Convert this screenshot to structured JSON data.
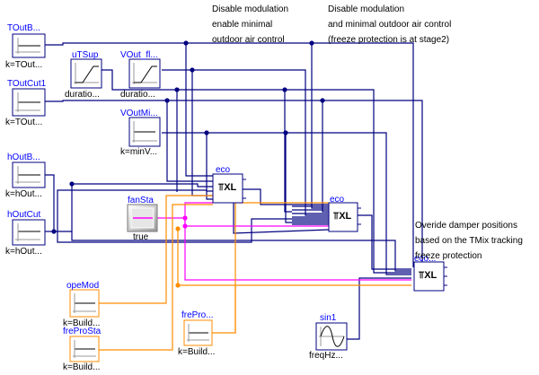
{
  "annotations": {
    "top_left": [
      "Disable modulation",
      "enable minimal",
      "outdoor air control"
    ],
    "top_right": [
      "Disable modulation",
      "and minimal outdoor air control",
      "(freeze protection is at stage2)"
    ],
    "right": [
      "Overide damper positions",
      "based on the TMix tracking",
      "freeze protection"
    ]
  },
  "blocks": {
    "tOutBou": {
      "name": "TOutB...",
      "param": "k=TOut..."
    },
    "tOutCut1": {
      "name": "TOutCut1",
      "param": "k=TOut..."
    },
    "hOutBou": {
      "name": "hOutB...",
      "param": "k=hOut..."
    },
    "hOutCut": {
      "name": "hOutCut",
      "param": "k=hOut..."
    },
    "uTSup": {
      "name": "uTSup",
      "param": "duratio..."
    },
    "vOutFlow": {
      "name": "VOut_fl...",
      "param": "duratio..."
    },
    "vOutMin": {
      "name": "VOutMi...",
      "param": "k=minV..."
    },
    "fanSta": {
      "name": "fanSta",
      "param": "true"
    },
    "opeMod": {
      "name": "opeMod",
      "param": "k=Build..."
    },
    "freProSta": {
      "name": "freProSta",
      "param": "k=Build..."
    },
    "frePro": {
      "name": "frePro...",
      "param": "k=Build..."
    },
    "sin1": {
      "name": "sin1",
      "param": "freqHz..."
    },
    "eco1": {
      "name": "eco",
      "glyph": "⫪XL"
    },
    "eco2": {
      "name": "eco",
      "glyph": "⫪XL"
    },
    "eco3": {
      "name": "eco...",
      "glyph": "⫪XL"
    }
  },
  "colors": {
    "real_signal": "#000080",
    "boolean_signal": "#ff00ff",
    "integer_signal": "#ff8c00",
    "label_blue": "#0000ff"
  }
}
